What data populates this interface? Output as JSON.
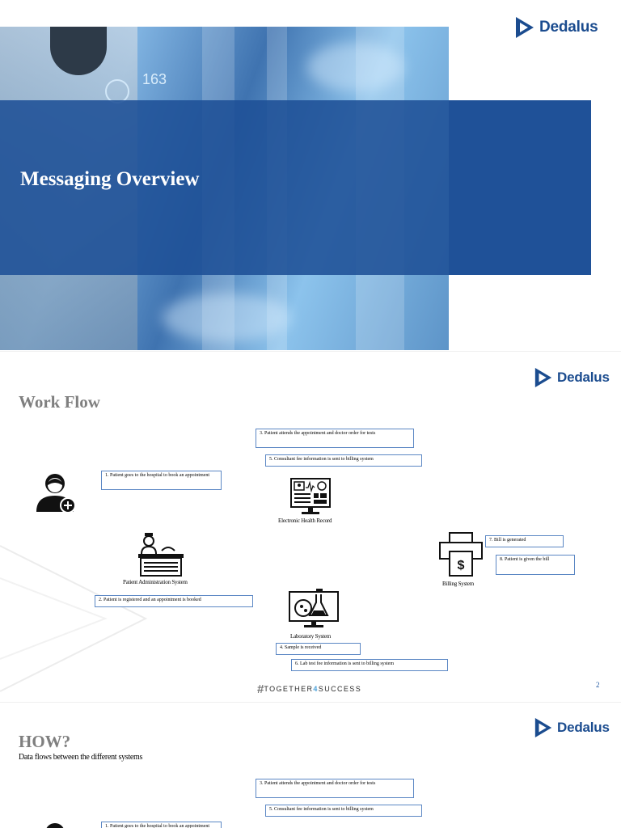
{
  "brand": {
    "name": "Dedalus",
    "color": "#1b4c8f"
  },
  "slide1": {
    "title": "Messaging Overview",
    "hero_number": "163"
  },
  "slide2": {
    "title": "Work Flow",
    "page_number": "2",
    "tagline": {
      "hash": "#",
      "part1": "TOGETHER",
      "part2": "4",
      "part3": "SUCCESS"
    },
    "steps": {
      "step1": "1.   Patient goes to the hospital to book an appointment",
      "step2": "2.   Patient is registered and an appointment is booked",
      "step3": "3.   Patient attends the appointment and doctor order for tests",
      "step4": "4.    Sample is received",
      "step5": "5.   Consultant fee information is sent to billing system",
      "step6": "6.    Lab test fee information is sent to billing system",
      "step7": "7.   Bill is generated",
      "step8": "8.    Patient is given the bill"
    },
    "systems": {
      "ehr": "Electronic Health Record",
      "pas": "Patient Administration System",
      "billing": "Billing System",
      "lab": "Laboratory System"
    }
  },
  "slide3": {
    "title": "HOW?",
    "subtitle": "Data flows between the different systems",
    "steps": {
      "step1": "1.   Patient goes to the hospital to book an appointment",
      "step3": "3.   Patient attends the appointment and doctor order for tests",
      "step5": "5.   Consultant fee information is sent to billing system"
    }
  },
  "colors": {
    "accent_blue": "#2a5da2",
    "box_border": "#5b87c4",
    "title_gray": "#7f7f7f"
  }
}
